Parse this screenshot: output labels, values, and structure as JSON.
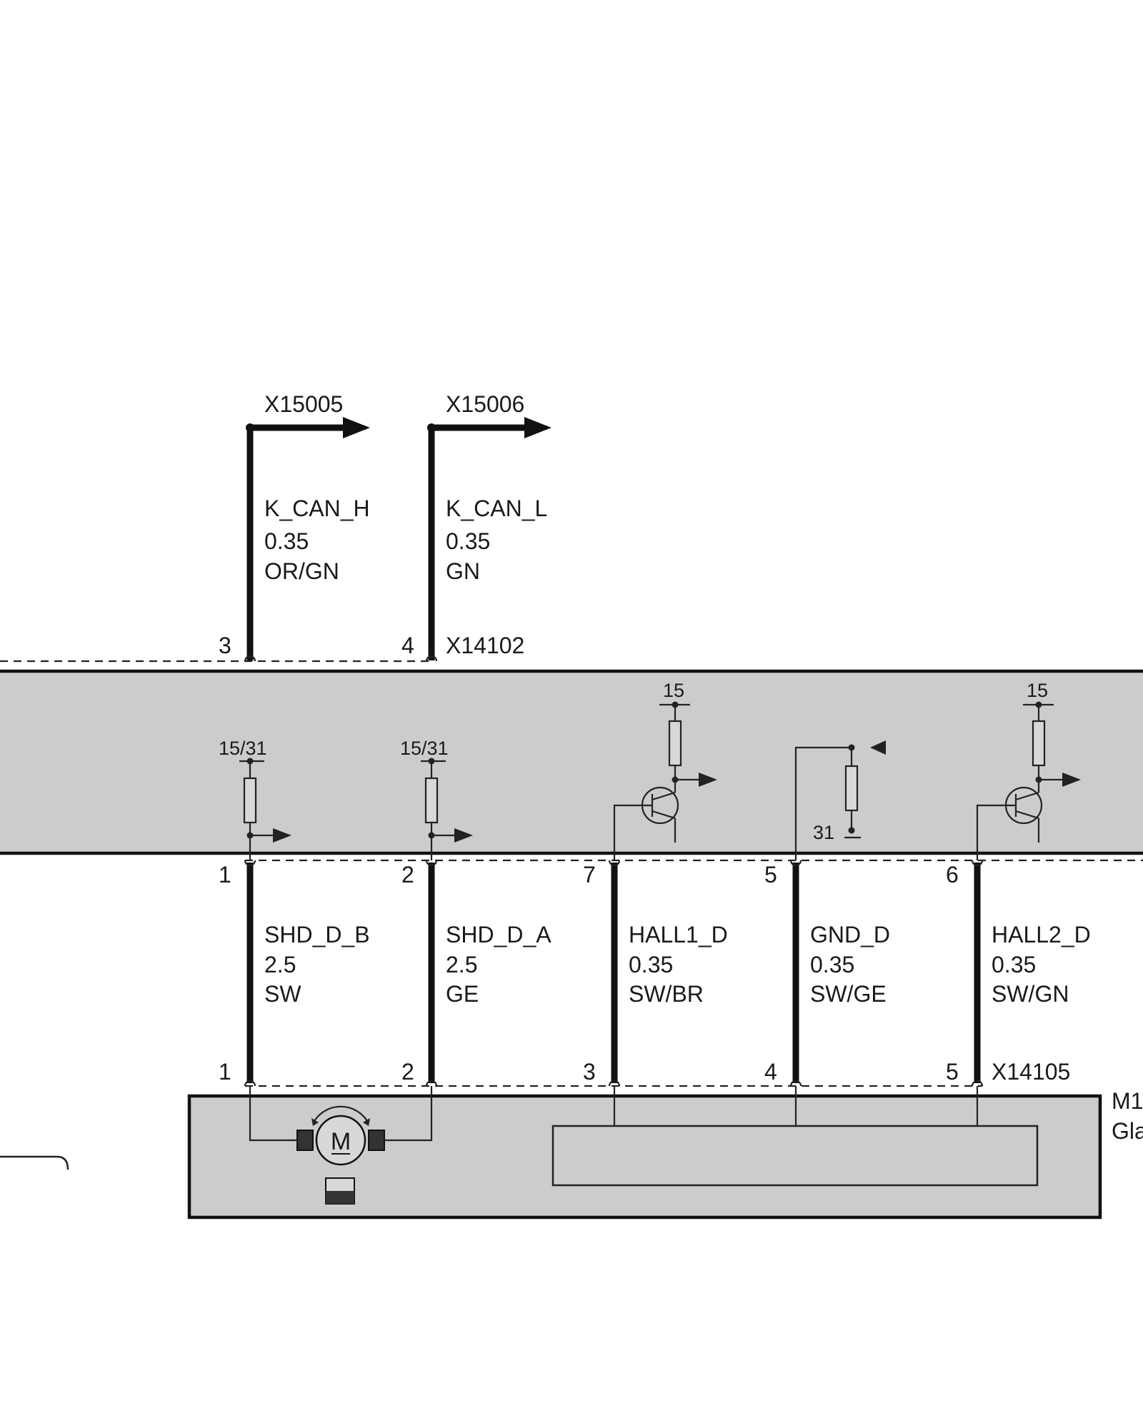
{
  "top_connectors": [
    {
      "id": "X15005",
      "signal": "K_CAN_H",
      "cross_section": "0.35",
      "color": "OR/GN",
      "pin": "3"
    },
    {
      "id": "X15006",
      "signal": "K_CAN_L",
      "cross_section": "0.35",
      "color": "GN",
      "pin": "4"
    }
  ],
  "module_connector": "X14102",
  "component_connector": "X14105",
  "internal": {
    "supply_15_31": "15/31",
    "supply_15": "15",
    "ground_31": "31"
  },
  "wires": [
    {
      "signal": "SHD_D_B",
      "cross_section": "2.5",
      "color": "SW",
      "module_pin": "1",
      "component_pin": "1"
    },
    {
      "signal": "SHD_D_A",
      "cross_section": "2.5",
      "color": "GE",
      "module_pin": "2",
      "component_pin": "2"
    },
    {
      "signal": "HALL1_D",
      "cross_section": "0.35",
      "color": "SW/BR",
      "module_pin": "7",
      "component_pin": "3"
    },
    {
      "signal": "GND_D",
      "cross_section": "0.35",
      "color": "SW/GE",
      "module_pin": "5",
      "component_pin": "4"
    },
    {
      "signal": "HALL2_D",
      "cross_section": "0.35",
      "color": "SW/GN",
      "module_pin": "6",
      "component_pin": "5"
    }
  ],
  "component": {
    "id_partial": "M1",
    "name_partial": "Gla",
    "motor_symbol": "M"
  }
}
